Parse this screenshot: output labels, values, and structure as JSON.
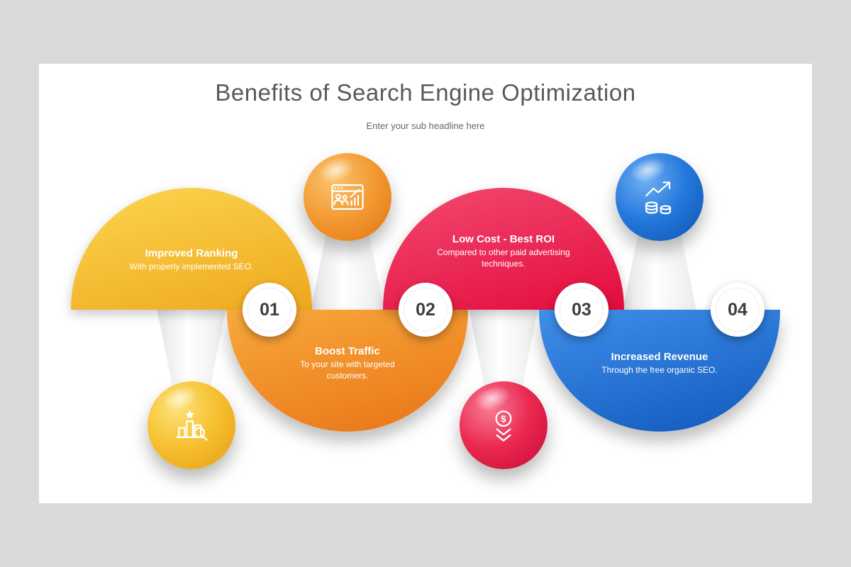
{
  "page": {
    "background_color": "#d9d9d9"
  },
  "slide": {
    "title": "Benefits of Search Engine Optimization",
    "subtitle": "Enter your sub headline here"
  },
  "steps": [
    {
      "number": "01",
      "title": "Improved Ranking",
      "description": "With properly implemented SEO.",
      "color": "#F2B01E",
      "shape": "semicircle-up",
      "icon": "ranking-bars-search-icon"
    },
    {
      "number": "02",
      "title": "Boost Traffic",
      "description": "To your site with targeted customers.",
      "color": "#ED7D1C",
      "shape": "semicircle-down",
      "icon": "browser-audience-icon"
    },
    {
      "number": "03",
      "title": "Low Cost - Best ROI",
      "description": "Compared to other paid advertising techniques.",
      "color": "#E81145",
      "shape": "semicircle-up",
      "icon": "dollar-down-arrows-icon"
    },
    {
      "number": "04",
      "title": "Increased Revenue",
      "description": "Through the free organic SEO.",
      "color": "#1A6AD0",
      "shape": "semicircle-down",
      "icon": "growth-chart-coins-icon"
    }
  ]
}
